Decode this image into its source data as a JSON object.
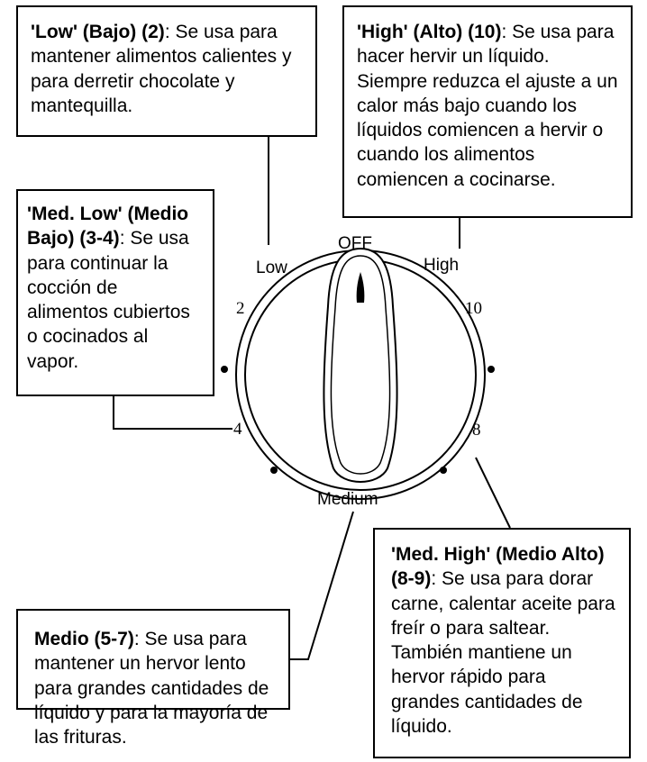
{
  "dial": {
    "off_label": "OFF",
    "low_label": "Low",
    "high_label": "High",
    "medium_label": "Medium",
    "tick_2": "2",
    "tick_4": "4",
    "tick_8": "8",
    "tick_10": "10"
  },
  "boxes": {
    "low": {
      "label": "'Low' (Bajo) (2)",
      "text": ": Se usa para mantener alimentos calientes y para derretir chocolate y mantequilla."
    },
    "high": {
      "label": "'High' (Alto) (10)",
      "text": ": Se usa para hacer hervir un líquido. Siempre reduzca el ajuste a un calor más bajo cuando los líquidos comiencen a hervir o cuando los alimentos comiencen a cocinarse."
    },
    "med_low": {
      "label": "'Med. Low' (Medio Bajo) (3-4)",
      "text": ": Se usa para continuar la cocción de alimentos cubiertos o cocinados al vapor."
    },
    "medio": {
      "label": "Medio (5-7)",
      "text": ": Se usa para mantener un hervor lento para grandes cantidades de líquido y para la mayoría de las frituras."
    },
    "med_high": {
      "label": "'Med. High' (Medio Alto) (8-9)",
      "text": ": Se usa para dorar carne, calentar aceite para freír o para saltear. También mantiene un hervor rápido para grandes cantidades de líquido."
    }
  }
}
